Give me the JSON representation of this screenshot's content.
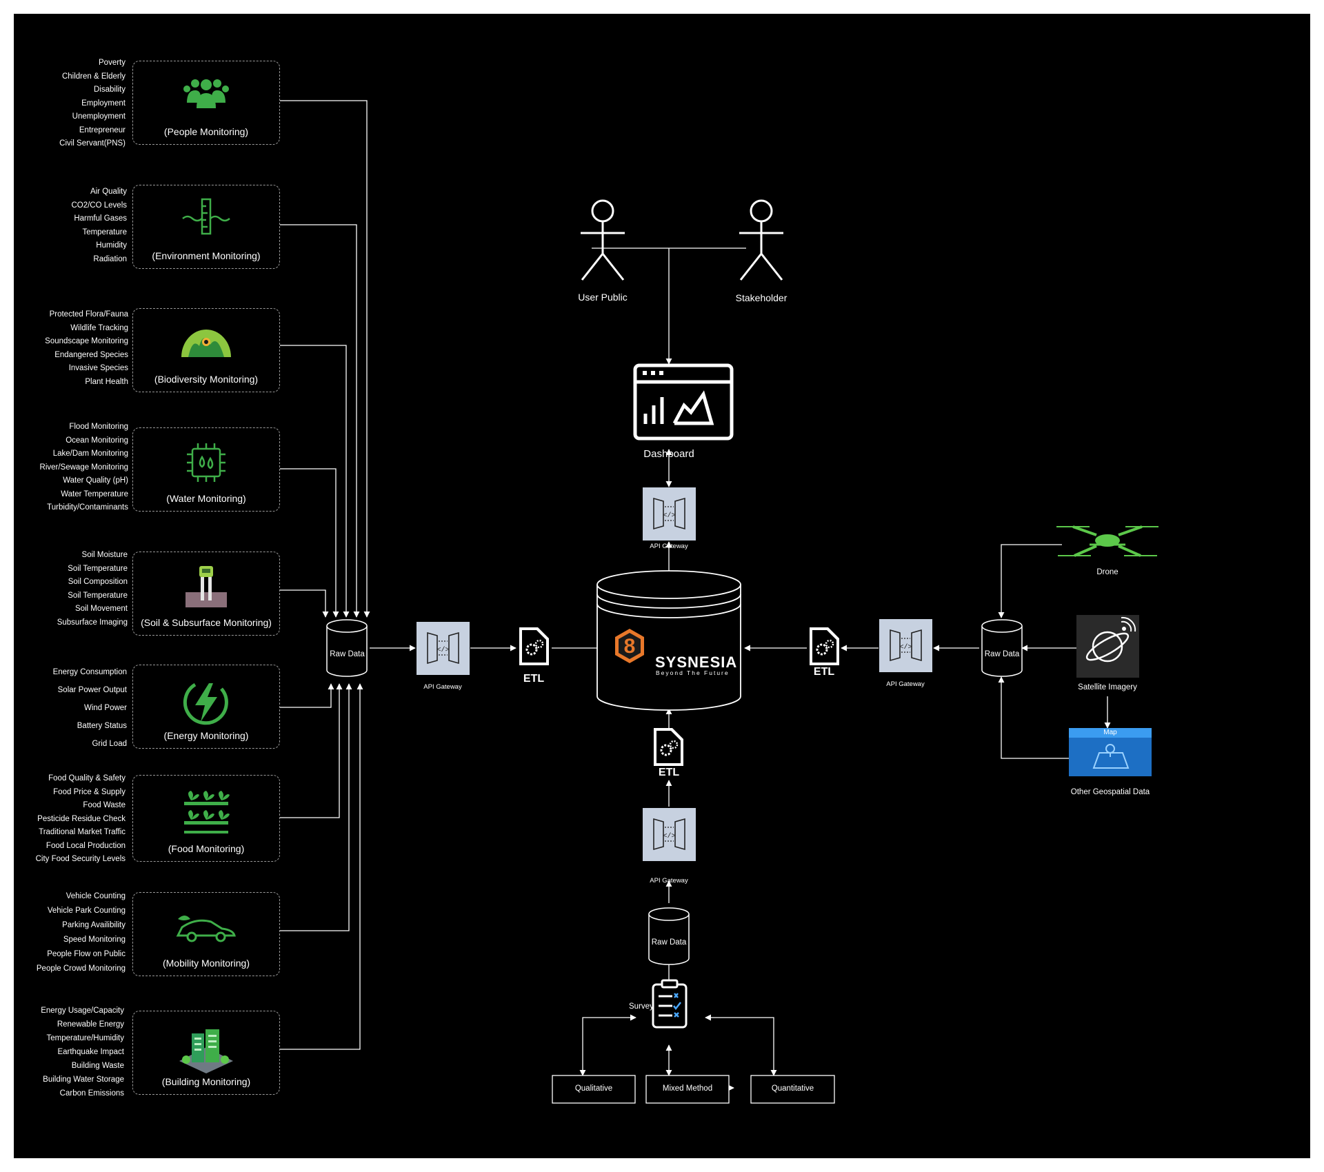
{
  "modules": [
    {
      "name": "(People Monitoring)",
      "items": [
        "Poverty",
        "Children & Elderly",
        "Disability",
        "Employment",
        "Unemployment",
        "Entrepreneur",
        "Civil Servant(PNS)"
      ]
    },
    {
      "name": "(Environment Monitoring)",
      "items": [
        "Air Quality",
        "CO2/CO Levels",
        "Harmful Gases",
        "Temperature",
        "Humidity",
        "Radiation"
      ]
    },
    {
      "name": "(Biodiversity Monitoring)",
      "items": [
        "Protected Flora/Fauna",
        "Wildlife Tracking",
        "Soundscape Monitoring",
        "Endangered  Species",
        "Invasive Species",
        "Plant Health"
      ]
    },
    {
      "name": "(Water Monitoring)",
      "items": [
        "Flood Monitoring",
        "Ocean Monitoring",
        "Lake/Dam Monitoring",
        "River/Sewage Monitoring",
        "Water Quality (pH)",
        "Water Temperature",
        "Turbidity/Contaminants"
      ]
    },
    {
      "name": "(Soil & Subsurface Monitoring)",
      "items": [
        "Soil Moisture",
        "Soil Temperature",
        "Soil Composition",
        "Soil Temperature",
        "Soil Movement",
        "Subsurface Imaging"
      ]
    },
    {
      "name": "(Energy Monitoring)",
      "items": [
        "Energy Consumption",
        "Solar Power Output",
        "Wind Power",
        "Battery Status",
        "Grid Load"
      ]
    },
    {
      "name": "(Food Monitoring)",
      "items": [
        "Food Quality & Safety",
        "Food Price & Supply",
        "Food Waste",
        "Pesticide Residue Check",
        "Traditional Market Traffic",
        "Food Local Production",
        "City Food Security Levels"
      ]
    },
    {
      "name": "(Mobility Monitoring)",
      "items": [
        "Vehicle Counting",
        "Vehicle Park Counting",
        "Parking Availibility",
        "Speed Monitoring",
        "People Flow on Public",
        "People Crowd Monitoring"
      ]
    },
    {
      "name": "(Building Monitoring)",
      "items": [
        "Energy Usage/Capacity",
        "Renewable Energy",
        "Temperature/Humidity",
        "Earthquake Impact",
        "Building Waste",
        "Building Water Storage",
        "Carbon Emissions"
      ]
    }
  ],
  "labels": {
    "raw_data": "Raw Data",
    "api_gateway": "API Gateway",
    "etl": "ETL",
    "dashboard": "Dashboard",
    "user_public": "User Public",
    "stakeholder": "Stakeholder",
    "brand_name": "SYSNESIA",
    "brand_tagline": "Beyond The Future",
    "brand_digit": "8",
    "drone": "Drone",
    "satellite": "Satellite Imagery",
    "geo": "Other Geospatial Data",
    "map_title": "Map",
    "survey": "Survey",
    "qualitative": "Qualitative",
    "mixed": "Mixed Method",
    "quantitative": "Quantitative"
  },
  "colors": {
    "background": "#000000",
    "icon_green": "#3fae49",
    "gateway_bg": "#c7d1e0",
    "brand_orange": "#e8782a",
    "map_blue": "#1d6fc4"
  }
}
